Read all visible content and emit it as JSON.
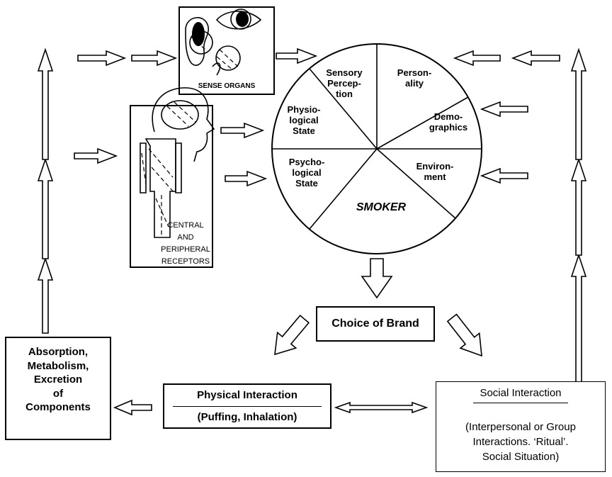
{
  "pie": {
    "sectors": [
      {
        "id": "sensory",
        "label": "Sensory\nPercep-\ntion"
      },
      {
        "id": "personality",
        "label": "Person-\nality"
      },
      {
        "id": "demographics",
        "label": "Demo-\ngraphics"
      },
      {
        "id": "environment",
        "label": "Environ-\nment"
      },
      {
        "id": "physiological",
        "label": "Physio-\nlogical\nState"
      },
      {
        "id": "psychological",
        "label": "Psycho-\nlogical\nState"
      }
    ],
    "center_label": "SMOKER"
  },
  "sense_organs": {
    "label": "SENSE ORGANS"
  },
  "receptors": {
    "line1": "CENTRAL",
    "line2": "AND",
    "line3": "PERIPHERAL",
    "line4": "RECEPTORS"
  },
  "choice": {
    "label": "Choice of Brand"
  },
  "physical": {
    "title": "Physical Interaction",
    "subtitle": "(Puffing, Inhalation)"
  },
  "social": {
    "title": "Social Interaction",
    "line1": "(Interpersonal or Group",
    "line2": "Interactions. ‘Ritual’.",
    "line3": "Social Situation)"
  },
  "absorption": {
    "line1": "Absorption,",
    "line2": "Metabolism,",
    "line3": "Excretion",
    "line4": "of",
    "line5": "Components"
  }
}
